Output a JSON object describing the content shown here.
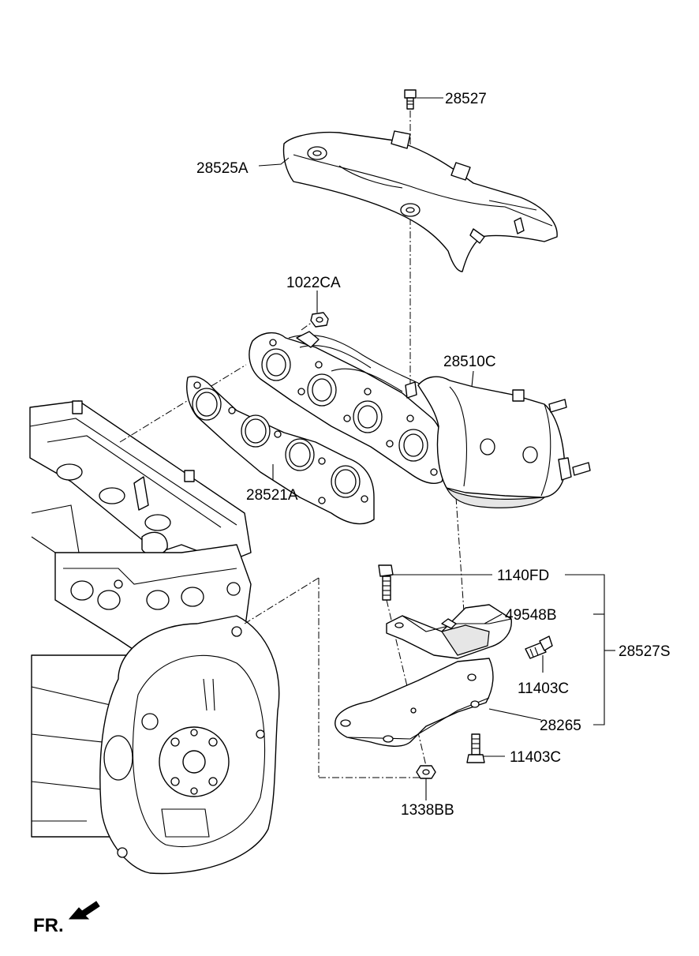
{
  "diagram": {
    "labels": {
      "p28527": "28527",
      "p28525A": "28525A",
      "p1022CA": "1022CA",
      "p28510C": "28510C",
      "p28521A": "28521A",
      "p1140FD": "1140FD",
      "p49548B": "49548B",
      "p28527S": "28527S",
      "p11403C_a": "11403C",
      "p28265": "28265",
      "p11403C_b": "11403C",
      "p1338BB": "1338BB"
    },
    "front_indicator": "FR."
  }
}
